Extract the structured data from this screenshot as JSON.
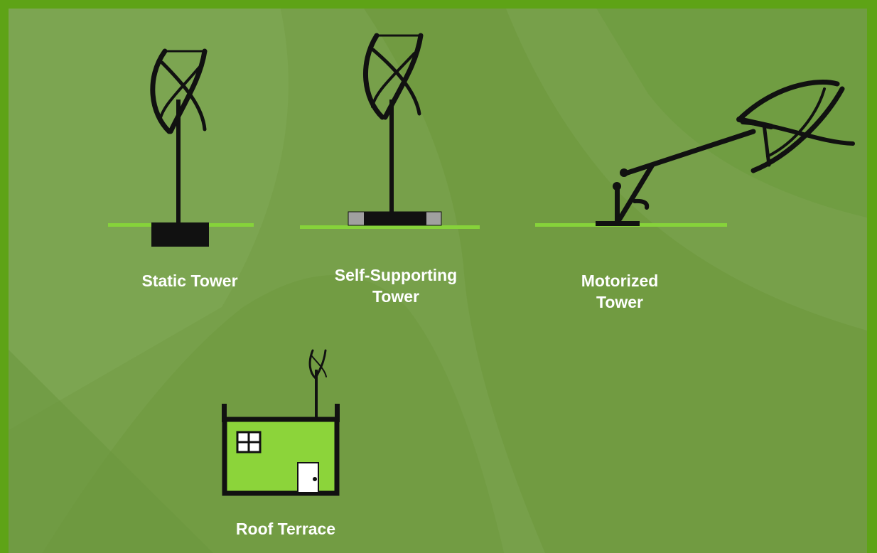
{
  "colors": {
    "frame": "#5ea316",
    "background": "#77a04a",
    "ground": "#86d33a",
    "house_fill": "#8cd43a",
    "turbine": "#111111",
    "base_side": "#a0a0a0",
    "label": "#ffffff"
  },
  "options": [
    {
      "id": "static",
      "label_line1": "Static Tower",
      "label_line2": ""
    },
    {
      "id": "self-supporting",
      "label_line1": "Self-Supporting",
      "label_line2": "Tower"
    },
    {
      "id": "motorized",
      "label_line1": "Motorized",
      "label_line2": "Tower"
    },
    {
      "id": "roof",
      "label_line1": "Roof Terrace",
      "label_line2": ""
    }
  ],
  "icons": {
    "static": "static-tower-turbine-icon",
    "self_supporting": "self-supporting-tower-turbine-icon",
    "motorized": "motorized-tower-turbine-icon",
    "roof": "roof-terrace-house-icon"
  }
}
